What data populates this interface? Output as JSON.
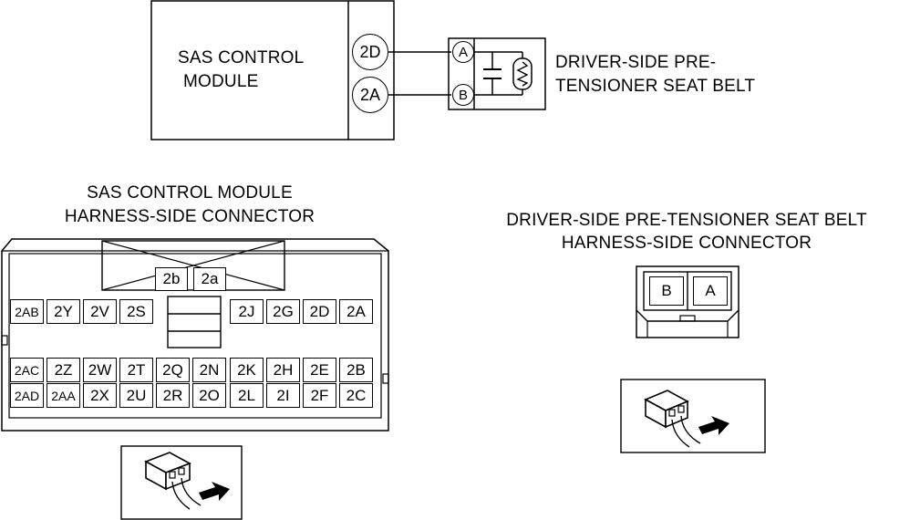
{
  "schematic": {
    "module_label_line1": "SAS CONTROL",
    "module_label_line2": "MODULE",
    "module_pin_top": "2D",
    "module_pin_bottom": "2A",
    "belt_terminal_top": "A",
    "belt_terminal_bottom": "B",
    "belt_label_line1": "DRIVER-SIDE PRE-",
    "belt_label_line2": "TENSIONER SEAT BELT"
  },
  "sas_connector": {
    "title_line1": "SAS CONTROL MODULE",
    "title_line2": "HARNESS-SIDE CONNECTOR",
    "top_pins": [
      "2b",
      "2a"
    ],
    "row1_left": [
      "2AB",
      "2Y",
      "2V",
      "2S"
    ],
    "row1_right": [
      "2J",
      "2G",
      "2D",
      "2A"
    ],
    "row2": [
      "2AC",
      "2Z",
      "2W",
      "2T",
      "2Q",
      "2N",
      "2K",
      "2H",
      "2E",
      "2B"
    ],
    "row3": [
      "2AD",
      "2AA",
      "2X",
      "2U",
      "2R",
      "2O",
      "2L",
      "2I",
      "2F",
      "2C"
    ]
  },
  "belt_connector": {
    "title_line1": "DRIVER-SIDE PRE-TENSIONER SEAT BELT",
    "title_line2": "HARNESS-SIDE CONNECTOR",
    "pins": [
      "B",
      "A"
    ]
  }
}
